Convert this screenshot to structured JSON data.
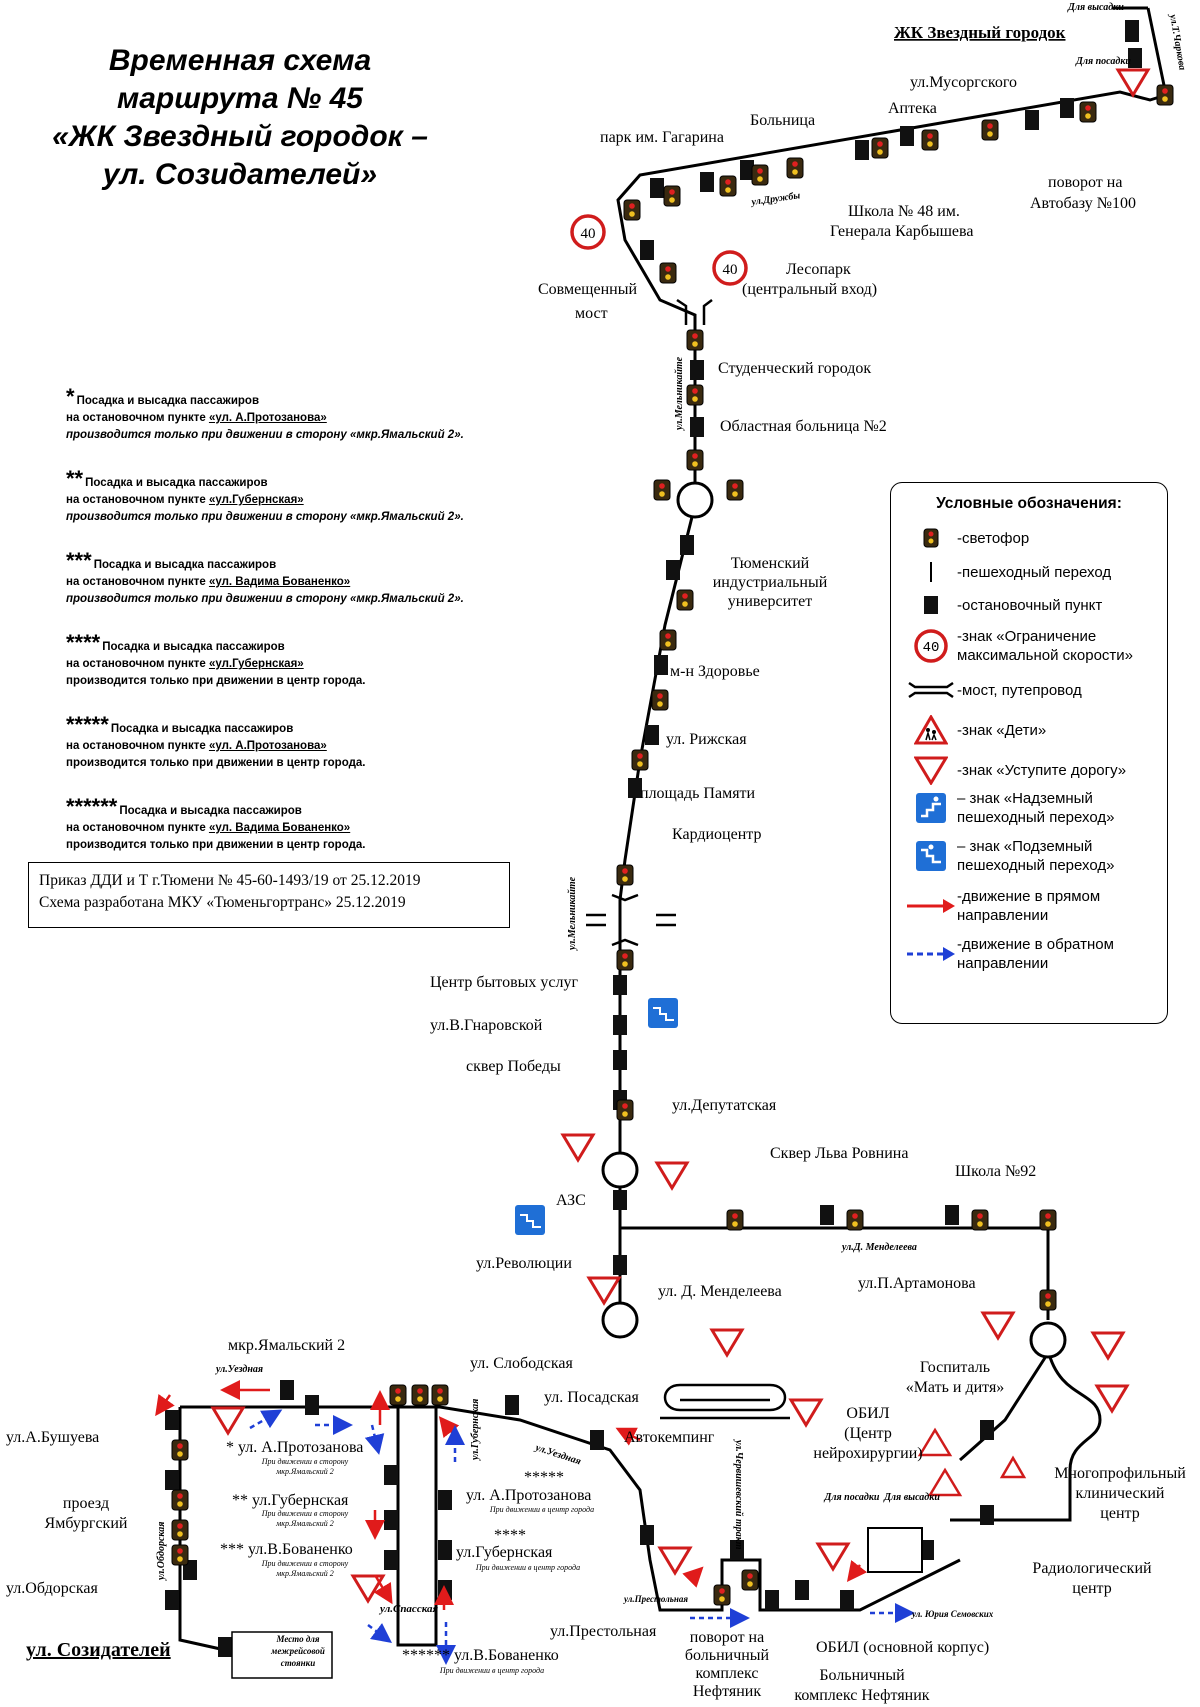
{
  "title": {
    "line1": "Временная схема",
    "line2": "маршрута № 45",
    "line3": "«ЖК Звездный городок –",
    "line4": "ул. Созидателей»"
  },
  "notes": [
    {
      "stars": "*",
      "line1": "Посадка и высадка пассажиров",
      "line2_pre": "на остановочном пункте",
      "line2_stop": "«ул. А.Протозанова»",
      "line3": "производится только при движении в сторону «мкр.Ямальский 2»."
    },
    {
      "stars": "**",
      "line1": "Посадка и высадка пассажиров",
      "line2_pre": "на остановочном пункте",
      "line2_stop": "«ул.Губернская»",
      "line3": "производится только при движении в сторону «мкр.Ямальский 2»."
    },
    {
      "stars": "***",
      "line1": "Посадка и высадка пассажиров",
      "line2_pre": "на остановочном пункте",
      "line2_stop": "«ул. Вадима Бованенко»",
      "line3": "производится только при движении в сторону «мкр.Ямальский 2»."
    },
    {
      "stars": "****",
      "line1": "Посадка и высадка пассажиров",
      "line2_pre": "на остановочном пункте",
      "line2_stop": "«ул.Губернская»",
      "line3": "производится только при движении в центр города."
    },
    {
      "stars": "*****",
      "line1": "Посадка и высадка пассажиров",
      "line2_pre": "на остановочном пункте",
      "line2_stop": "«ул. А.Протозанова»",
      "line3": "производится только при движении в центр города."
    },
    {
      "stars": "******",
      "line1": "Посадка и высадка пассажиров",
      "line2_pre": "на остановочном пункте",
      "line2_stop": "«ул. Вадима Бованенко»",
      "line3": "производится только при движении в центр города."
    }
  ],
  "order": {
    "line1": "Приказ ДДИ и Т г.Тюмени № 45-60-1493/19 от 25.12.2019",
    "line2": "Схема разработана МКУ «Тюменьгортранс» 25.12.2019"
  },
  "legend": {
    "title": "Условные обозначения:",
    "items": [
      {
        "icon": "traffic-light-icon",
        "text": "-светофор"
      },
      {
        "icon": "crosswalk-icon",
        "text": "-пешеходный переход"
      },
      {
        "icon": "bus-stop-icon",
        "text": "-остановочный пункт"
      },
      {
        "icon": "speed-limit-icon",
        "text": "-знак «Ограничение максимальной скорости»",
        "sign": "40"
      },
      {
        "icon": "bridge-icon",
        "text": "-мост, путепровод"
      },
      {
        "icon": "children-sign-icon",
        "text": "-знак «Дети»"
      },
      {
        "icon": "yield-sign-icon",
        "text": "-знак «Уступите дорогу»"
      },
      {
        "icon": "overpass-sign-icon",
        "text": "– знак «Надземный пешеходный переход»"
      },
      {
        "icon": "underpass-sign-icon",
        "text": "– знак «Подземный пешеходный переход»"
      },
      {
        "icon": "forward-arrow-icon",
        "text": "-движение в прямом направлении"
      },
      {
        "icon": "reverse-arrow-icon",
        "text": "-движение в обратном направлении"
      }
    ]
  },
  "stops": {
    "zvezdny": "ЖК Звездный городок",
    "vysadka": "Для высадки",
    "posadka": "Для посадки",
    "musorgsky": "ул.Мусоргского",
    "apteka": "Аптека",
    "bolnitsa": "Больница",
    "park": "парк им. Гагарина",
    "school48a": "Школа № 48 им.",
    "school48b": "Генерала Карбышева",
    "avtobaza_a": "поворот на",
    "avtobaza_b": "Автобазу №100",
    "most_a": "Совмещенный",
    "most_b": "мост",
    "lesopark_a": "Лесопарк",
    "lesopark_b": "(центральный вход)",
    "student": "Студенческий городок",
    "oblast": "Областная больница №2",
    "tiu_a": "Тюменский",
    "tiu_b": "индустриальный",
    "tiu_c": "университет",
    "zdorovie": "м-н Здоровье",
    "rizhskaya": "ул. Рижская",
    "pamyati": "площадь Памяти",
    "kardio": "Кардиоцентр",
    "cbu": "Центр бытовых услуг",
    "gnarovskoy": "ул.В.Гнаровской",
    "skver": "сквер Победы",
    "deputat": "ул.Депутатская",
    "azs": "АЗС",
    "revol": "ул.Революции",
    "mendeleev": "ул. Д. Менделеева",
    "skver_rovnina": "Сквер Льва Ровнина",
    "school92": "Школа №92",
    "artamonova": "ул.П.Артамонова",
    "gospital_a": "Госпиталь",
    "gospital_b": "«Мать и дитя»",
    "mnogoprof_a": "Многопрофильный",
    "mnogoprof_b": "клинический",
    "mnogoprof_c": "центр",
    "obil_a": "ОБИЛ",
    "obil_b": "(Центр",
    "obil_c": "нейрохирургии)",
    "radio_a": "Радиологический",
    "radio_b": "центр",
    "obil_main": "ОБИЛ (основной корпус)",
    "bolnichny_a": "Больничный",
    "bolnichny_b": "комплекс Нефтяник",
    "povorot_a": "поворот на",
    "povorot_b": "больничный",
    "povorot_c": "комплекс",
    "povorot_d": "Нефтяник",
    "prestolnaya": "ул.Престольная",
    "avtokemping": "Автокемпинг",
    "slobodskaya": "ул. Слободская",
    "posadskaya": "ул. Посадская",
    "yamalsky": "мкр.Ямальский 2",
    "bushueva": "ул.А.Бушуева",
    "proezd_a": "проезд",
    "proezd_b": "Ямбургский",
    "obdorskaya": "ул.Обдорская",
    "sozidateley": "ул. Созидателей",
    "mesto_a": "Место для",
    "mesto_b": "межрейсовой",
    "mesto_c": "стоянки",
    "protozanova_l": "* ул. А.Протозанова",
    "gubernskaya_l": "** ул.Губернская",
    "bovanenko_l": "*** ул.В.Бованенко",
    "dir_yamal_a": "При движении в сторону",
    "dir_yamal_b": "мкр.Ямальский 2",
    "protozanova_r_stars": "*****",
    "protozanova_r": "ул. А.Протозанова",
    "gubernskaya_r_stars": "****",
    "gubernskaya_r": "ул.Губернская",
    "bovanenko_r": "****** ул.В.Бованенко",
    "dir_center": "При движении в центр города"
  },
  "streets": {
    "druzhby": "ул.Дружбы",
    "melnikayte1": "ул.Мельникайте",
    "melnikayte2": "ул.Мельникайте",
    "mendeleeva_st": "ул.Д. Менделеева",
    "tchairkova": "ул.Т.Чаркова",
    "uezdnaya1": "ул.Уездная",
    "uezdnaya2": "ул.Уездная",
    "gubernskaya_st": "ул.Губернская",
    "spasskaya": "ул.Спасская",
    "obdorskaya_st": "ул.Обдорская",
    "prestolnaya_st": "ул.Престольная",
    "chervishevsky": "ул.Червишевский тракт",
    "semovskikh": "ул. Юрия Семовских"
  },
  "speed_sign": "40",
  "colors": {
    "forward": "#e01b1b",
    "reverse": "#1f3fd6",
    "sign_blue": "#1f6fd6",
    "stop": "#111111"
  }
}
